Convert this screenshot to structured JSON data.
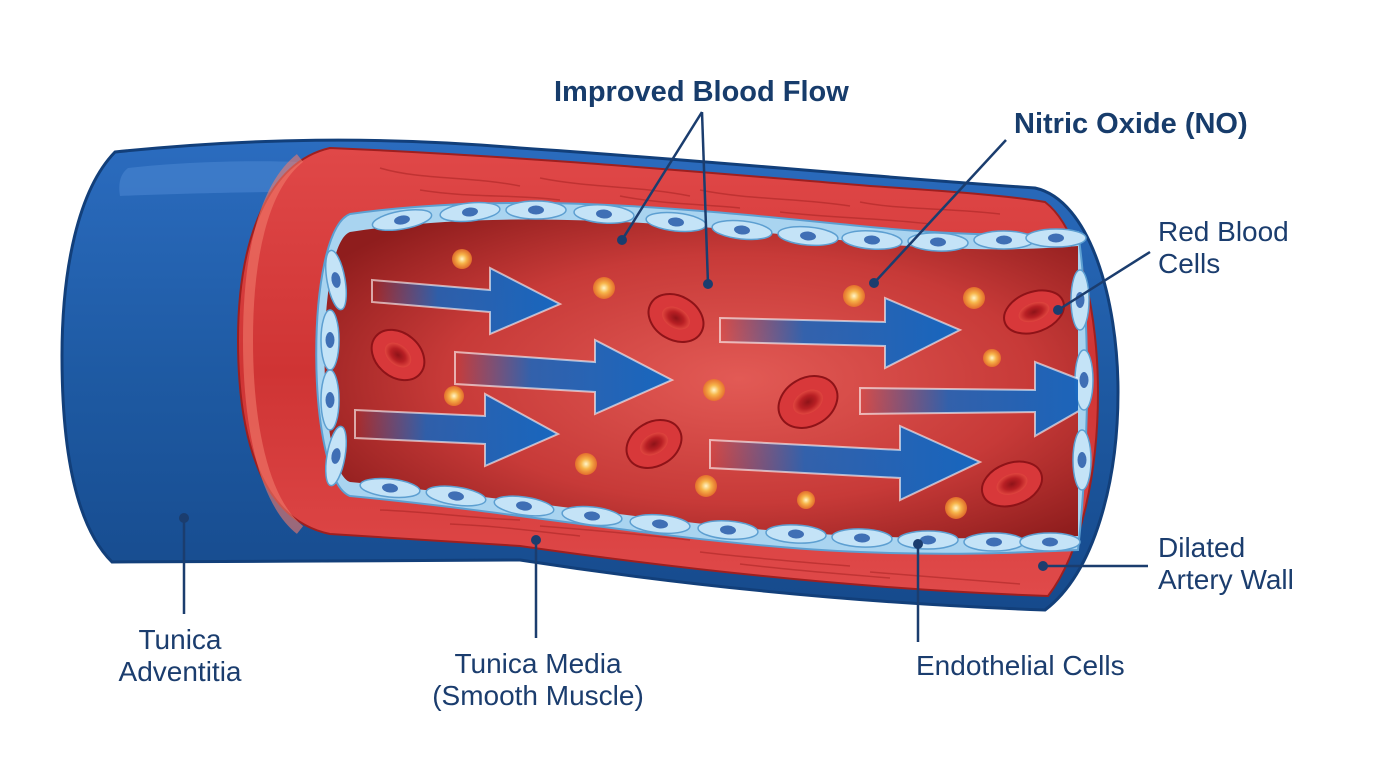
{
  "labels": {
    "improved_flow": "Improved Blood Flow",
    "nitric_oxide": "Nitric Oxide (NO)",
    "rbc_line1": "Red Blood",
    "rbc_line2": "Cells",
    "dilated_line1": "Dilated",
    "dilated_line2": "Artery Wall",
    "adventitia_line1": "Tunica",
    "adventitia_line2": "Adventitia",
    "media_line1": "Tunica Media",
    "media_line2": "(Smooth Muscle)",
    "endothelial": "Endothelial Cells"
  },
  "colors": {
    "adventitia": "#1e5aa3",
    "adventitia_dark": "#123f7a",
    "media": "#d63a3a",
    "lumen": "#b72a2a",
    "endothelium": "#a9d4f0",
    "flow_arrow": "#1766be",
    "red_blood_cell": "#c8262b",
    "nitric_oxide": "#f6a43a",
    "label_text": "#1b3d6e"
  }
}
